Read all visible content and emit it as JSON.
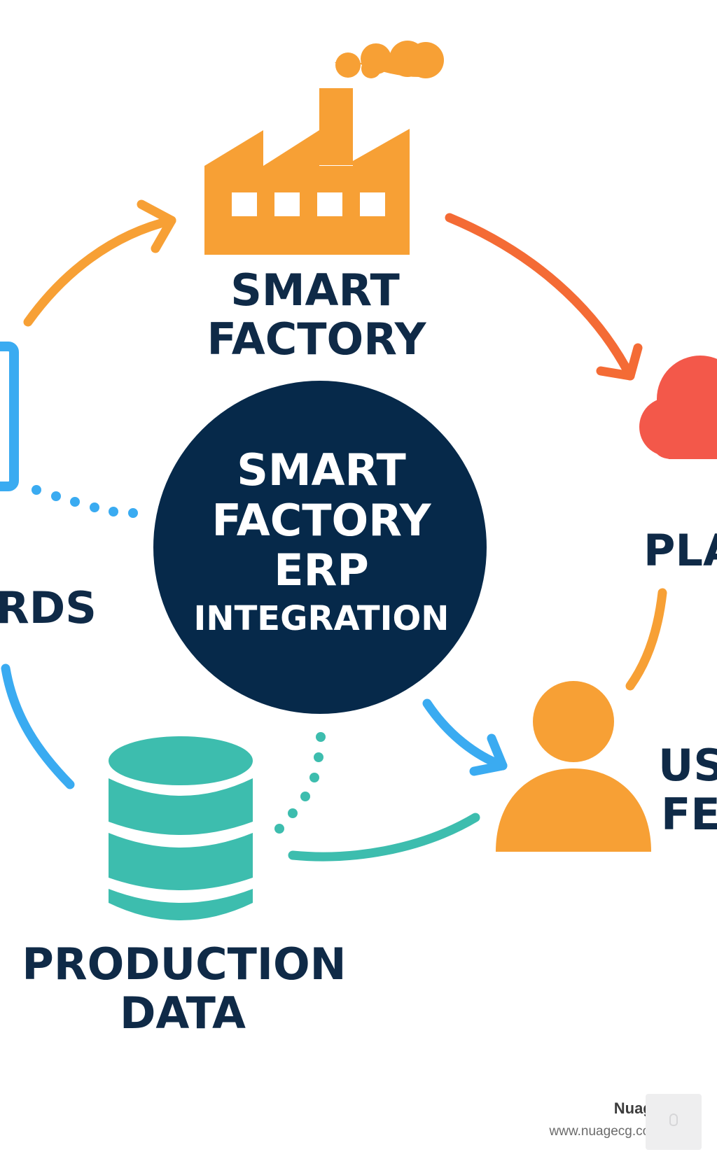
{
  "center": {
    "lines": [
      "SMART",
      "FACTORY",
      "ERP",
      "INTEGRATION"
    ]
  },
  "nodes": {
    "smart_factory": {
      "lines": [
        "SMART",
        "FACTORY"
      ],
      "icon": "factory-icon"
    },
    "platform": {
      "lines": [
        "PLA"
      ],
      "icon": "cloud-icon"
    },
    "user_feedback": {
      "lines": [
        "US",
        "FE"
      ],
      "icon": "user-icon"
    },
    "production_data": {
      "lines": [
        "PRODUCTION",
        "DATA"
      ],
      "icon": "database-icon"
    },
    "dashboards": {
      "lines": [
        "RDS"
      ],
      "icon": "monitor-icon"
    }
  },
  "watermark": {
    "brand": "Nuage",
    "url": "www.nuagecg.com"
  },
  "colors": {
    "navy": "#06294a",
    "label": "#0f2a47",
    "orange": "#f7a035",
    "red_orange": "#f46b35",
    "red": "#f3584a",
    "blue": "#3aabf1",
    "teal": "#3dbdae"
  }
}
